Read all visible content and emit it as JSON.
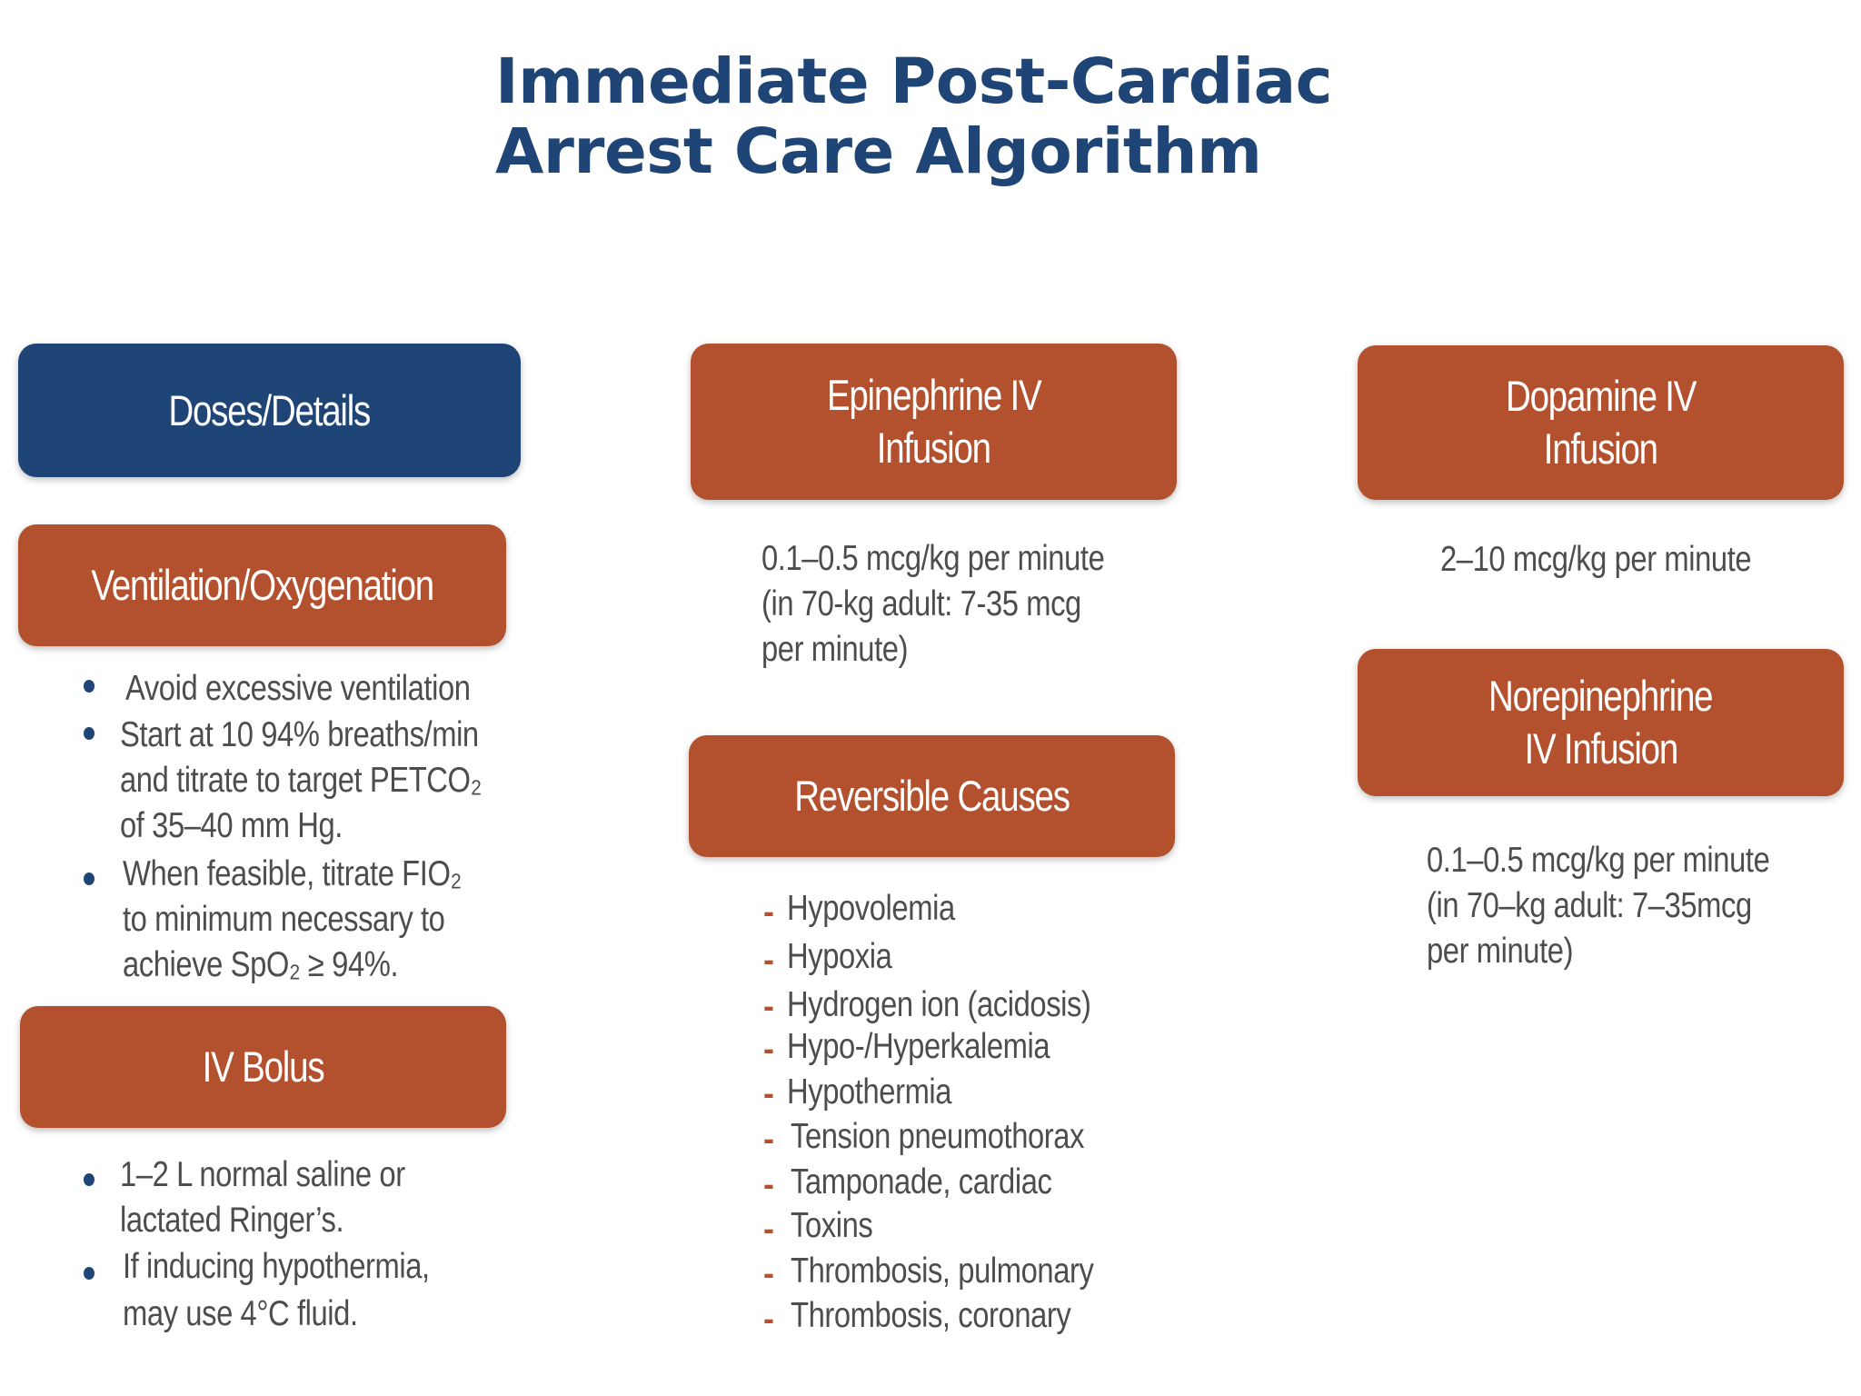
{
  "title": {
    "line1": "Immediate Post-Cardiac",
    "line2": "Arrest Care Algorithm"
  },
  "left_column": {
    "doses_header": "Doses/Details",
    "ventilation": {
      "header": "Ventilation/Oxygenation",
      "bullets": [
        {
          "lines": [
            "Avoid excessive ventilation"
          ]
        },
        {
          "lines": [
            "Start at 10 94% breaths/min",
            "and titrate to target PETCO₂",
            "of 35–40 mm Hg."
          ]
        },
        {
          "lines": [
            "When feasible, titrate FIO₂",
            " to minimum necessary to",
            "achieve SpO₂ ≥ 94%."
          ]
        }
      ]
    },
    "iv_bolus": {
      "header": "IV Bolus",
      "bullets": [
        {
          "lines": [
            "1–2 L normal saline or",
            "lactated Ringer’s."
          ]
        },
        {
          "lines": [
            "If inducing hypothermia,",
            "may use 4°C fluid."
          ]
        }
      ]
    }
  },
  "middle_column": {
    "epinephrine": {
      "header_line1": "Epinephrine IV",
      "header_line2": "Infusion",
      "dose_lines": [
        "0.1–0.5 mcg/kg per minute",
        "(in 70-kg adult: 7-35 mcg",
        "per minute)"
      ]
    },
    "reversible_causes": {
      "header": "Reversible Causes",
      "items": [
        "Hypovolemia",
        "Hypoxia",
        "Hydrogen ion (acidosis)",
        "Hypo-/Hyperkalemia",
        "Hypothermia",
        "Tension pneumothorax",
        "Tamponade, cardiac",
        "Toxins",
        "Thrombosis, pulmonary",
        "Thrombosis, coronary"
      ]
    }
  },
  "right_column": {
    "dopamine": {
      "header_line1": "Dopamine IV",
      "header_line2": "Infusion",
      "dose_lines": [
        "2–10 mcg/kg per minute"
      ]
    },
    "norepinephrine": {
      "header_line1": "Norepinephrine",
      "header_line2": "IV Infusion",
      "dose_lines": [
        "0.1–0.5 mcg/kg per minute",
        "(in 70–kg adult: 7–35mcg",
        "per minute)"
      ]
    }
  },
  "colors": {
    "navy": "#1f4476",
    "rust": "#b3512e",
    "body_text": "#4d4d4d"
  }
}
